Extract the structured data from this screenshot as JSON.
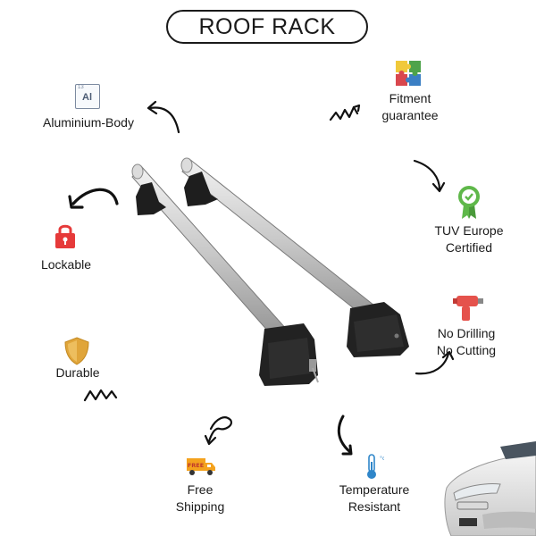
{
  "title": "ROOF RACK",
  "colors": {
    "text": "#1a1a1a",
    "lock_red": "#e63a3a",
    "shield_gold": "#e0a53a",
    "check_green": "#5fb84a",
    "drill_red": "#e5524c",
    "truck_orange": "#f4a21d",
    "thermo_blue": "#2f86c9"
  },
  "features": {
    "aluminium": {
      "label": "Aluminium-Body",
      "icon": "aluminium-element-icon",
      "symbol": "Al",
      "number": "13"
    },
    "fitment": {
      "line1": "Fitment",
      "line2": "guarantee",
      "icon": "puzzle-icon"
    },
    "lockable": {
      "label": "Lockable",
      "icon": "padlock-icon"
    },
    "tuv": {
      "line1": "TUV Europe",
      "line2": "Certified",
      "icon": "certified-badge-icon"
    },
    "drilling": {
      "line1": "No Drilling",
      "line2": "No Cutting",
      "icon": "drill-icon"
    },
    "durable": {
      "label": "Durable",
      "icon": "shield-icon"
    },
    "shipping": {
      "line1": "Free",
      "line2": "Shipping",
      "icon": "delivery-truck-icon",
      "badge": "FREE"
    },
    "temperature": {
      "line1": "Temperature",
      "line2": "Resistant",
      "icon": "thermometer-icon"
    }
  }
}
